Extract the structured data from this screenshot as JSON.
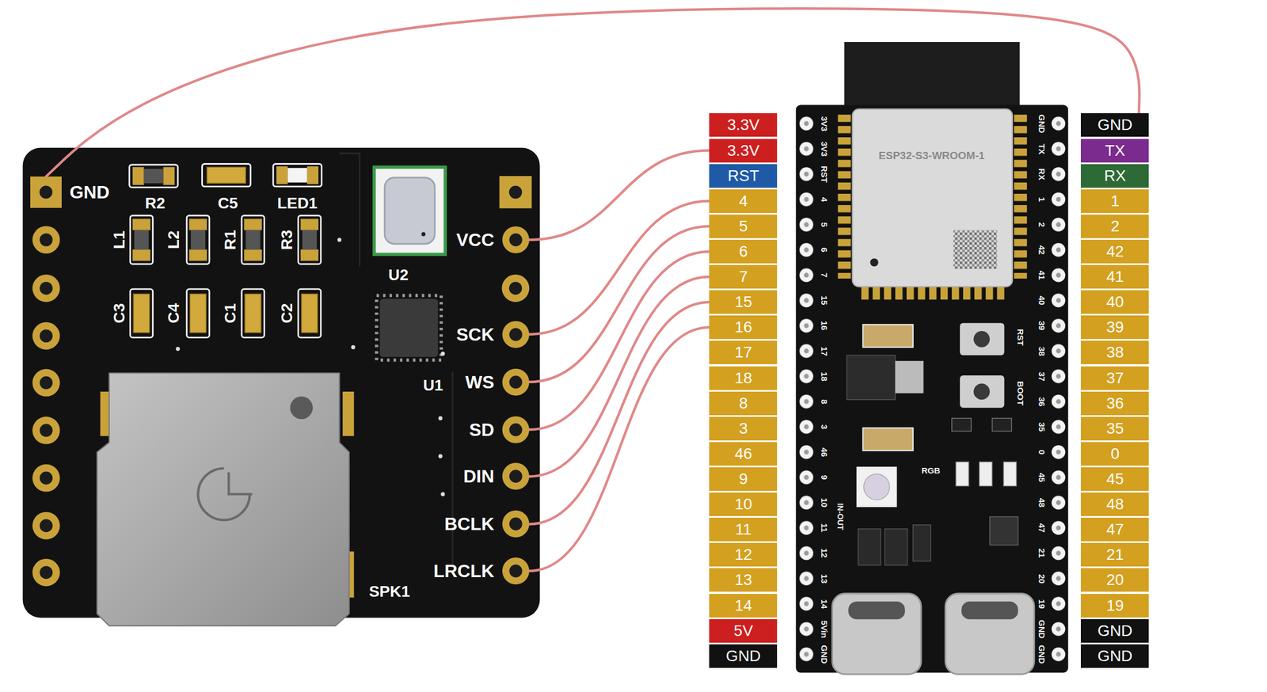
{
  "diagram": {
    "nodes": [
      {
        "text": [
          "GND"
        ]
      },
      {
        "text": [
          "VCC"
        ]
      },
      {
        "text": [
          "SCK"
        ]
      },
      {
        "text": [
          "WS"
        ]
      },
      {
        "text": [
          "SD"
        ]
      },
      {
        "text": [
          "DIN"
        ]
      },
      {
        "text": [
          "BCLK"
        ]
      },
      {
        "text": [
          "LRCLK"
        ]
      },
      {
        "text": [
          "3.3V"
        ]
      },
      {
        "text": [
          "3.3V"
        ]
      },
      {
        "text": [
          "RST"
        ]
      },
      {
        "text": [
          "4"
        ]
      },
      {
        "text": [
          "5"
        ]
      },
      {
        "text": [
          "6"
        ]
      },
      {
        "text": [
          "7"
        ]
      },
      {
        "text": [
          "15"
        ]
      },
      {
        "text": [
          "16"
        ]
      },
      {
        "text": [
          "17"
        ]
      },
      {
        "text": [
          "18"
        ]
      },
      {
        "text": [
          "8"
        ]
      },
      {
        "text": [
          "3"
        ]
      },
      {
        "text": [
          "46"
        ]
      },
      {
        "text": [
          "9"
        ]
      },
      {
        "text": [
          "10"
        ]
      },
      {
        "text": [
          "11"
        ]
      },
      {
        "text": [
          "12"
        ]
      },
      {
        "text": [
          "13"
        ]
      },
      {
        "text": [
          "14"
        ]
      },
      {
        "text": [
          "5V"
        ]
      },
      {
        "text": [
          "GND"
        ]
      },
      {
        "text": [
          "GND"
        ]
      },
      {
        "text": [
          "TX"
        ]
      },
      {
        "text": [
          "RX"
        ]
      },
      {
        "text": [
          "1"
        ]
      },
      {
        "text": [
          "2"
        ]
      },
      {
        "text": [
          "42"
        ]
      },
      {
        "text": [
          "41"
        ]
      },
      {
        "text": [
          "40"
        ]
      },
      {
        "text": [
          "39"
        ]
      },
      {
        "text": [
          "38"
        ]
      },
      {
        "text": [
          "37"
        ]
      },
      {
        "text": [
          "36"
        ]
      },
      {
        "text": [
          "35"
        ]
      },
      {
        "text": [
          "0"
        ]
      },
      {
        "text": [
          "45"
        ]
      },
      {
        "text": [
          "48"
        ]
      },
      {
        "text": [
          "47"
        ]
      },
      {
        "text": [
          "21"
        ]
      },
      {
        "text": [
          "20"
        ]
      },
      {
        "text": [
          "19"
        ]
      },
      {
        "text": [
          "GND"
        ]
      },
      {
        "text": [
          "GND"
        ]
      }
    ],
    "edges": [
      {
        "from": 0,
        "to": 30,
        "arrow": "none"
      },
      {
        "from": 1,
        "to": 9,
        "arrow": "none"
      },
      {
        "from": 2,
        "to": 11,
        "arrow": "none"
      },
      {
        "from": 3,
        "to": 12,
        "arrow": "none"
      },
      {
        "from": 4,
        "to": 13,
        "arrow": "none"
      },
      {
        "from": 5,
        "to": 14,
        "arrow": "none"
      },
      {
        "from": 6,
        "to": 15,
        "arrow": "none"
      },
      {
        "from": 7,
        "to": 16,
        "arrow": "none"
      }
    ],
    "labels": [
      "R2",
      "C5",
      "LED1",
      "L1",
      "L2",
      "R1",
      "R3",
      "C3",
      "C4",
      "C1",
      "C2",
      "U2",
      "U1",
      "SPK1",
      "ESP32-S3-WROOM-1",
      "RST",
      "BOOT",
      "RGB",
      "IN-OUT",
      "3V3",
      "3V3",
      "RST",
      "4",
      "5",
      "6",
      "7",
      "15",
      "16",
      "17",
      "18",
      "8",
      "3",
      "46",
      "9",
      "10",
      "11",
      "12",
      "13",
      "14",
      "5Vin",
      "GND",
      "GND",
      "TX",
      "RX",
      "1",
      "2",
      "42",
      "41",
      "40",
      "39",
      "38",
      "37",
      "36",
      "35",
      "0",
      "45",
      "48",
      "47",
      "21",
      "20",
      "19",
      "GND",
      "GND"
    ]
  }
}
